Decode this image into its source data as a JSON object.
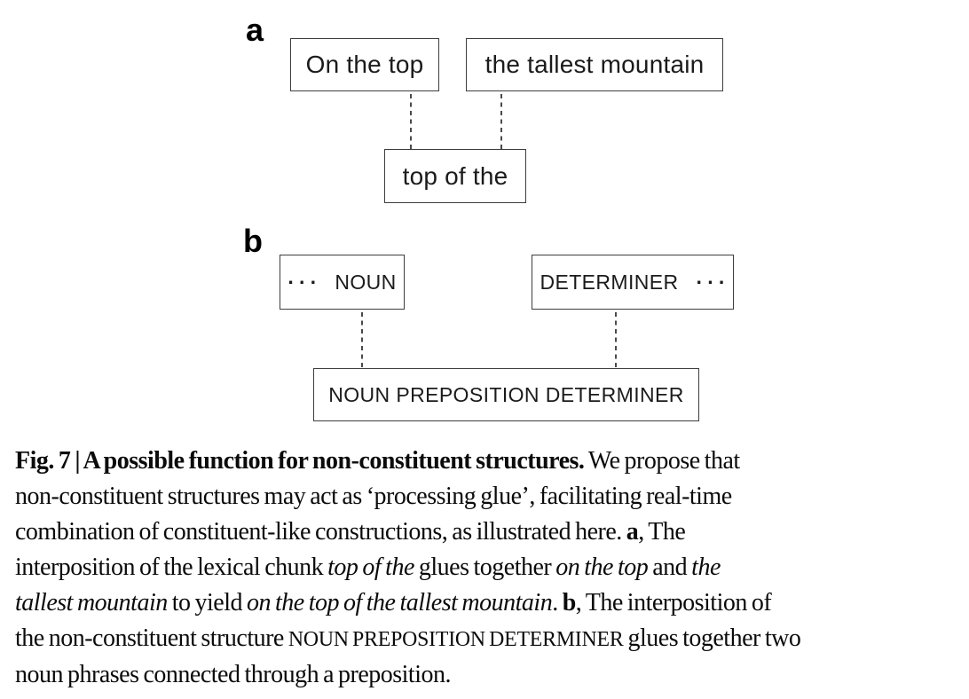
{
  "figure": {
    "panel_a": {
      "label": "a",
      "box_top_left": "On the top",
      "box_top_right": "the tallest mountain",
      "box_bottom": "top of the"
    },
    "panel_b": {
      "label": "b",
      "ellipsis": "···",
      "box_top_left_label": "NOUN",
      "box_top_right_label": "DETERMINER",
      "box_bottom": "NOUN PREPOSITION DETERMINER"
    }
  },
  "caption": {
    "lines": [
      {
        "segments": [
          {
            "style": "bold",
            "text": "Fig. 7 | A possible function for non-constituent structures."
          },
          {
            "style": "normal",
            "text": " We propose that"
          }
        ]
      },
      {
        "segments": [
          {
            "style": "normal",
            "text": "non-constituent structures may act as ‘processing glue’, facilitating real-time"
          }
        ]
      },
      {
        "segments": [
          {
            "style": "normal",
            "text": "combination of constituent-like constructions, as illustrated here. "
          },
          {
            "style": "bold",
            "text": "a"
          },
          {
            "style": "normal",
            "text": ", The"
          }
        ]
      },
      {
        "segments": [
          {
            "style": "normal",
            "text": "interposition of the lexical chunk "
          },
          {
            "style": "italic",
            "text": "top of the"
          },
          {
            "style": "normal",
            "text": " glues together "
          },
          {
            "style": "italic",
            "text": "on the top"
          },
          {
            "style": "normal",
            "text": " and "
          },
          {
            "style": "italic",
            "text": "the"
          }
        ]
      },
      {
        "segments": [
          {
            "style": "italic",
            "text": "tallest mountain"
          },
          {
            "style": "normal",
            "text": " to yield "
          },
          {
            "style": "italic",
            "text": "on the top of the tallest mountain"
          },
          {
            "style": "normal",
            "text": ". "
          },
          {
            "style": "bold",
            "text": "b"
          },
          {
            "style": "normal",
            "text": ", The interposition of"
          }
        ]
      },
      {
        "segments": [
          {
            "style": "normal",
            "text": "the non-constituent structure "
          },
          {
            "style": "caps",
            "text": "NOUN PREPOSITION DETERMINER"
          },
          {
            "style": "normal",
            "text": " glues together two"
          }
        ]
      },
      {
        "segments": [
          {
            "style": "normal",
            "text": "noun phrases connected through a preposition."
          }
        ]
      }
    ]
  },
  "colors": {
    "background": "#ffffff",
    "text": "#0b0b0b",
    "box_border": "#3d3d3d",
    "dash_line": "#4a4a4a"
  }
}
